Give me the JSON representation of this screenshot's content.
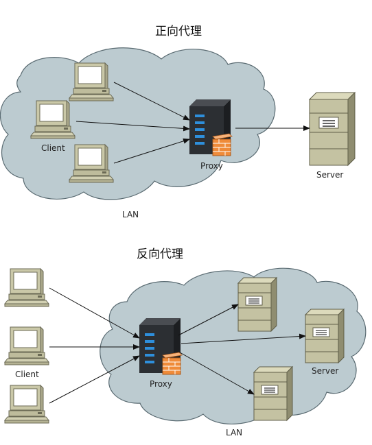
{
  "forward_proxy": {
    "title": "正向代理",
    "client_label": "Client",
    "proxy_label": "Proxy",
    "server_label": "Server",
    "network_label": "LAN"
  },
  "reverse_proxy": {
    "title": "反向代理",
    "client_label": "Client",
    "proxy_label": "Proxy",
    "server_label": "Server",
    "network_label": "LAN"
  },
  "colors": {
    "cloud_fill": "#bccbd0",
    "cloud_stroke": "#5a6b72",
    "server_body": "#c4c2a2",
    "proxy_body": "#2c2f33",
    "proxy_leds": "#2e8fdc",
    "firewall": "#ef8b3a",
    "pc_body": "#cac8a8"
  }
}
